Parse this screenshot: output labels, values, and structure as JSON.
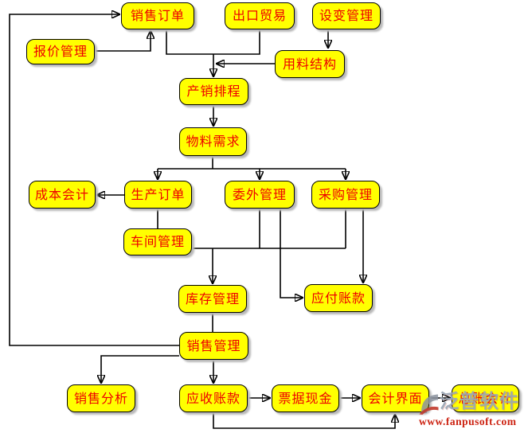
{
  "diagram": {
    "nodes": [
      {
        "id": "sales-order",
        "label": "销售订单"
      },
      {
        "id": "export-trade",
        "label": "出口贸易"
      },
      {
        "id": "design-change-management",
        "label": "设变管理"
      },
      {
        "id": "quote-management",
        "label": "报价管理"
      },
      {
        "id": "material-structure",
        "label": "用料结构"
      },
      {
        "id": "production-sales-scheduling",
        "label": "产销排程"
      },
      {
        "id": "material-requirements",
        "label": "物料需求"
      },
      {
        "id": "cost-accounting",
        "label": "成本会计"
      },
      {
        "id": "production-order",
        "label": "生产订单"
      },
      {
        "id": "outsourcing-management",
        "label": "委外管理"
      },
      {
        "id": "purchasing-management",
        "label": "采购管理"
      },
      {
        "id": "workshop-management",
        "label": "车间管理"
      },
      {
        "id": "inventory-management",
        "label": "库存管理"
      },
      {
        "id": "accounts-payable",
        "label": "应付账款"
      },
      {
        "id": "sales-management",
        "label": "销售管理"
      },
      {
        "id": "sales-analysis",
        "label": "销售分析"
      },
      {
        "id": "accounts-receivable",
        "label": "应收账款"
      },
      {
        "id": "bills-cash",
        "label": "票据现金"
      },
      {
        "id": "accounting-interface",
        "label": "会计界面"
      },
      {
        "id": "general-ledger-accounting",
        "label": "总账会计"
      }
    ],
    "edges": [
      {
        "from": "quote-management",
        "to": "sales-order"
      },
      {
        "from": "sales-management",
        "to": "sales-order"
      },
      {
        "from": "sales-order",
        "to": "production-sales-scheduling"
      },
      {
        "from": "export-trade",
        "to": "production-sales-scheduling"
      },
      {
        "from": "design-change-management",
        "to": "material-structure"
      },
      {
        "from": "material-structure",
        "to": "production-sales-scheduling"
      },
      {
        "from": "production-sales-scheduling",
        "to": "material-requirements"
      },
      {
        "from": "material-requirements",
        "to": "production-order"
      },
      {
        "from": "material-requirements",
        "to": "outsourcing-management"
      },
      {
        "from": "material-requirements",
        "to": "purchasing-management"
      },
      {
        "from": "production-order",
        "to": "cost-accounting"
      },
      {
        "from": "production-order",
        "to": "workshop-management"
      },
      {
        "from": "workshop-management",
        "to": "inventory-management"
      },
      {
        "from": "outsourcing-management",
        "to": "inventory-management"
      },
      {
        "from": "purchasing-management",
        "to": "inventory-management"
      },
      {
        "from": "outsourcing-management",
        "to": "accounts-payable"
      },
      {
        "from": "purchasing-management",
        "to": "accounts-payable"
      },
      {
        "from": "inventory-management",
        "to": "sales-management"
      },
      {
        "from": "sales-management",
        "to": "sales-analysis"
      },
      {
        "from": "sales-management",
        "to": "accounts-receivable"
      },
      {
        "from": "accounts-receivable",
        "to": "bills-cash"
      },
      {
        "from": "bills-cash",
        "to": "accounting-interface"
      },
      {
        "from": "accounting-interface",
        "to": "general-ledger-accounting"
      },
      {
        "from": "accounts-receivable",
        "to": "accounting-interface"
      }
    ]
  },
  "watermark": {
    "brand": "泛普软件",
    "url": "www.fanpusoft.com"
  },
  "colors": {
    "background": "#ffffff",
    "node_fill": "#ffff00",
    "node_border": "#000000",
    "node_text": "#ee0000",
    "edge": "#000000",
    "watermark_text": "#9aa5b5",
    "watermark_url": "#cc2211"
  }
}
